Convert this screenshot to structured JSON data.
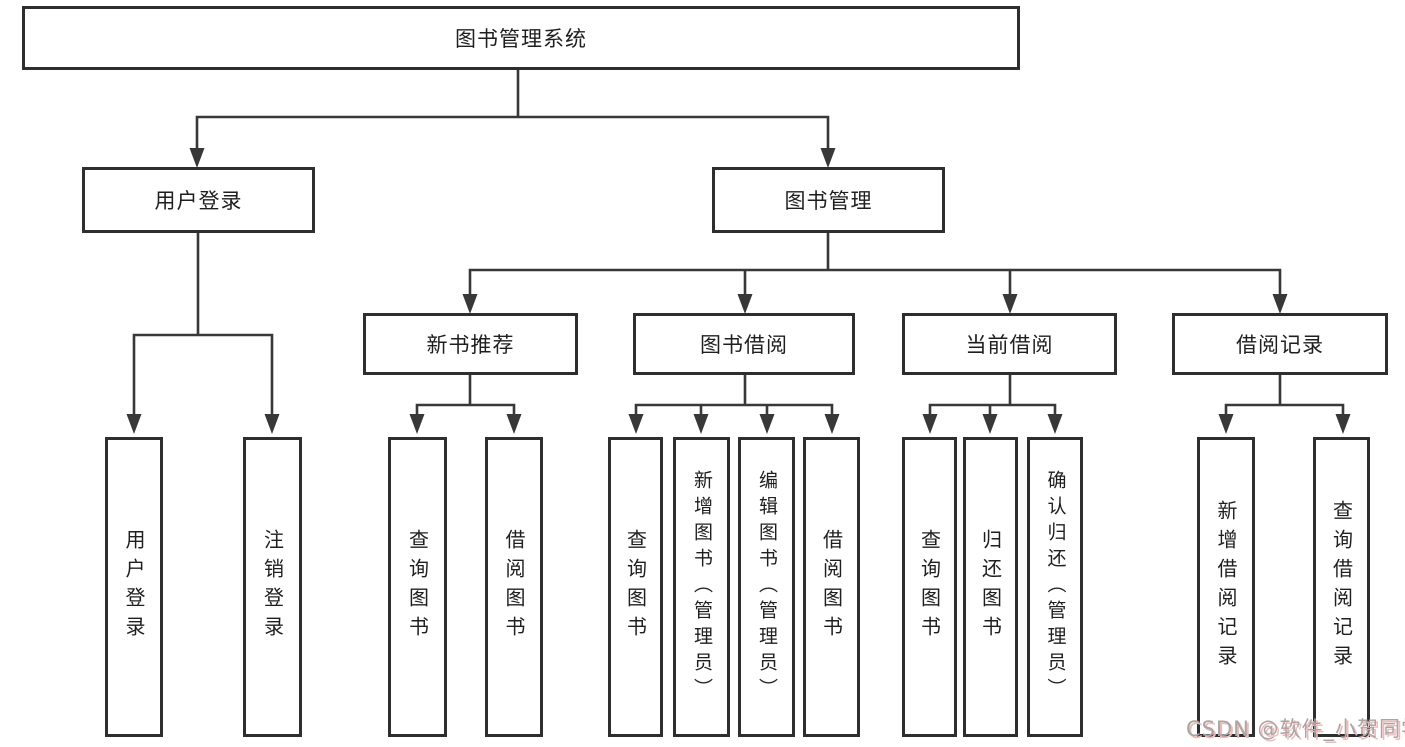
{
  "diagram": {
    "title": "图书管理系统",
    "level2": [
      {
        "label": "用户登录"
      },
      {
        "label": "图书管理"
      }
    ],
    "level3": [
      {
        "label": "新书推荐"
      },
      {
        "label": "图书借阅"
      },
      {
        "label": "当前借阅"
      },
      {
        "label": "借阅记录"
      }
    ],
    "groups": [
      {
        "parent": "用户登录",
        "children": [
          "用户登录",
          "注销登录"
        ]
      },
      {
        "parent": "新书推荐",
        "children": [
          "查询图书",
          "借阅图书"
        ]
      },
      {
        "parent": "图书借阅",
        "children": [
          "查询图书",
          "新增图书（管理员）",
          "编辑图书（管理员）",
          "借阅图书"
        ]
      },
      {
        "parent": "当前借阅",
        "children": [
          "查询图书",
          "归还图书",
          "确认归还（管理员）"
        ]
      },
      {
        "parent": "借阅记录",
        "children": [
          "新增借阅记录",
          "查询借阅记录"
        ]
      }
    ],
    "watermark": "CSDN @软件_小贺同学",
    "colors": {
      "line": "#383838",
      "box_border": "#2e2e2e",
      "text": "#1f1f1f",
      "background": "#ffffff",
      "watermark_text": "#a6a6a6",
      "watermark_shadow": "#f2b9b9"
    }
  }
}
